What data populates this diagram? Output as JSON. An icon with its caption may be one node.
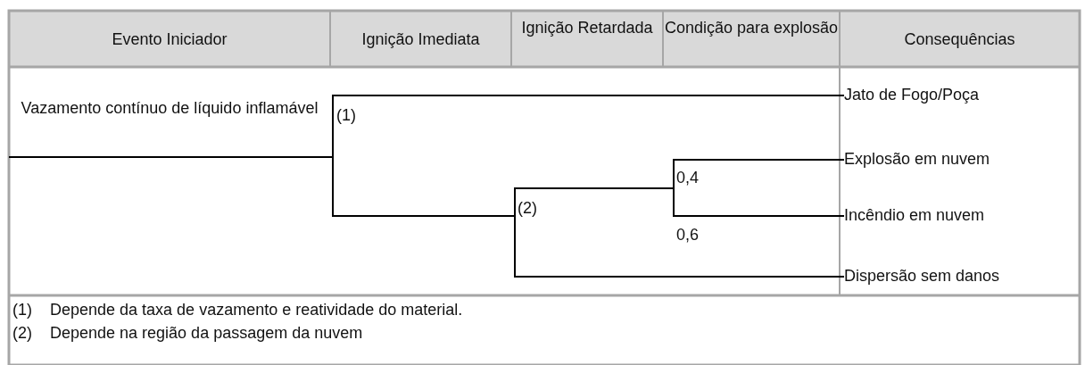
{
  "diagram": {
    "nodes": [
      {
        "text": [
          "Vazamento contínuo de líquido inflamável"
        ]
      },
      {
        "text": [
          "Jato de Fogo/Poça"
        ]
      },
      {
        "text": [
          "Explosão em nuvem"
        ]
      },
      {
        "text": [
          "Incêndio em nuvem"
        ]
      },
      {
        "text": [
          "Dispersão sem danos"
        ]
      }
    ],
    "edges": [
      {
        "from": 0,
        "to": 1,
        "arrow": "none"
      },
      {
        "from": 0,
        "to": 2,
        "arrow": "none",
        "label": "0,4"
      },
      {
        "from": 0,
        "to": 3,
        "arrow": "none",
        "label": "0,6"
      },
      {
        "from": 0,
        "to": 4,
        "arrow": "none"
      }
    ],
    "labels": [
      "Evento Iniciador",
      "Ignição Imediata",
      "Ignição Retardada",
      "Condição para explosão",
      "Consequências",
      "(1)",
      "(2)",
      "(1)",
      "Depende da taxa de vazamento e reatividade do material.",
      "(2)",
      "Depende na região da passagem da nuvem"
    ]
  }
}
